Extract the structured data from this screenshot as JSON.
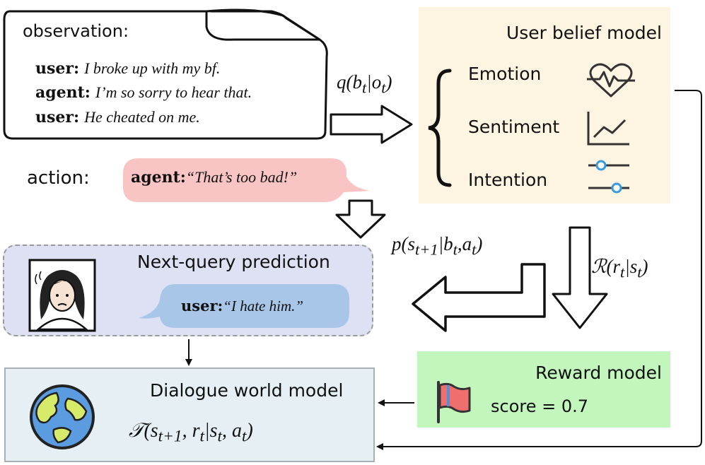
{
  "observation": {
    "label": "observation:",
    "lines": [
      {
        "speaker": "user:",
        "text": "I broke up with my bf."
      },
      {
        "speaker": "agent:",
        "text": "I’m so sorry to hear that."
      },
      {
        "speaker": "user:",
        "text": "He cheated on me."
      }
    ]
  },
  "belief": {
    "title": "User belief model",
    "items": [
      {
        "label": "Emotion",
        "icon": "heartbeat-icon"
      },
      {
        "label": "Sentiment",
        "icon": "line-chart-icon"
      },
      {
        "label": "Intention",
        "icon": "sliders-icon"
      }
    ],
    "color": "#fdf4e1"
  },
  "action": {
    "label": "action:",
    "speaker": "agent:",
    "text": "“That’s too bad!”",
    "bubble_color": "#f8c4c4"
  },
  "next_query": {
    "title": "Next-query prediction",
    "speaker": "user:",
    "text": "“I hate him.”",
    "color": "#dde1f3",
    "bubble_color": "#a8c6e8"
  },
  "world_model": {
    "title": "Dialogue world model",
    "formula": "𝒯(s",
    "color": "#e6f0f4"
  },
  "reward": {
    "title": "Reward model",
    "score_text": "score  = 0.7",
    "color": "#c2f6bd"
  },
  "formulas": {
    "q": "q(b",
    "p": "p(s",
    "r": "ℛ(r"
  }
}
